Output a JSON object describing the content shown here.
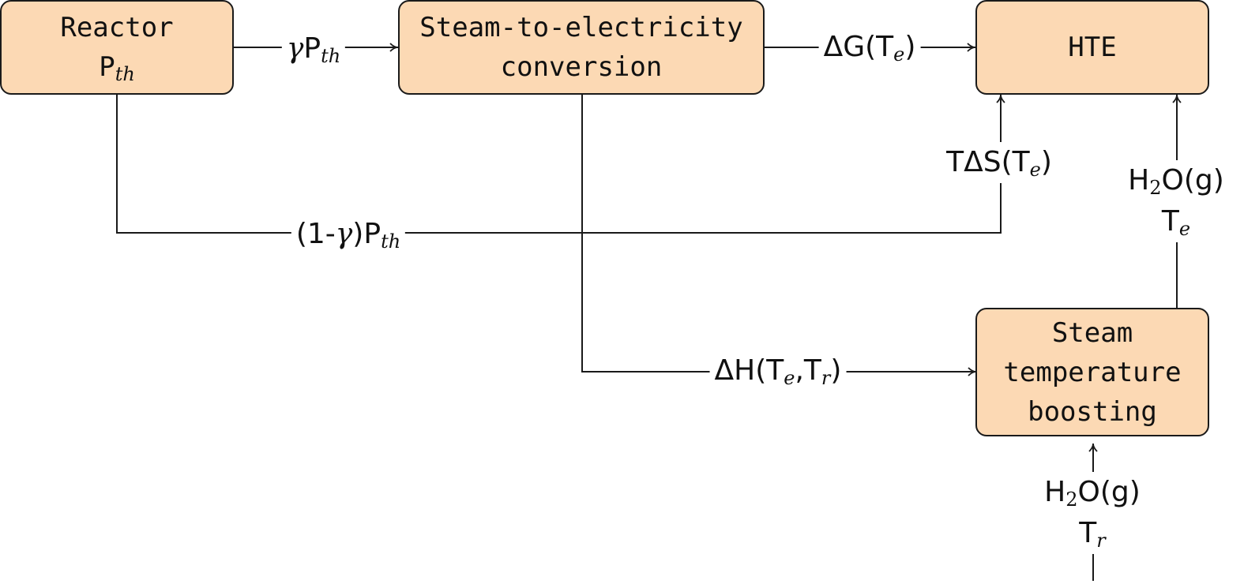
{
  "boxes": {
    "reactor": {
      "line1": "Reactor",
      "line2_main": "P",
      "line2_sub": "th"
    },
    "steam_conversion": {
      "line1": "Steam-to-electricity",
      "line2": "conversion"
    },
    "hte": {
      "line1": "HTE"
    },
    "steam_boosting": {
      "line1": "Steam",
      "line2": "temperature",
      "line3": "boosting"
    }
  },
  "labels": {
    "gamma_pth": {
      "greek": "γ",
      "main": "P",
      "sub": "th"
    },
    "delta_g": {
      "main": "ΔG(T",
      "sub": "e",
      "tail": ")"
    },
    "t_delta_s": {
      "main": "TΔS(T",
      "sub": "e",
      "tail": ")"
    },
    "one_minus_gamma": {
      "pre": "(1-",
      "greek": "γ",
      "mid": ")P",
      "sub": "th"
    },
    "delta_h": {
      "main": "ΔH(T",
      "sub1": "e",
      "mid": ",T",
      "sub2": "r",
      "tail": ")"
    },
    "steam_in_boost": {
      "pre": "H",
      "sub": "2",
      "post": "O(g)",
      "temp": "T",
      "temp_sub": "r"
    },
    "steam_to_hte": {
      "pre": "H",
      "sub": "2",
      "post": "O(g)",
      "temp": "T",
      "temp_sub": "e"
    }
  }
}
